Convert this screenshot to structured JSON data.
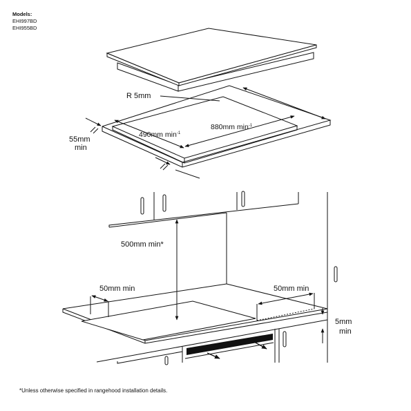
{
  "models": {
    "heading": "Models:",
    "list": [
      "EHI997BD",
      "EHI955BD"
    ]
  },
  "cutout": {
    "radius_label": "R 5mm",
    "depth_label": "490mm min",
    "depth_sup": "-1",
    "width_label": "880mm min",
    "width_sup": "-1",
    "thickness_label_1": "55mm",
    "thickness_label_2": "min"
  },
  "clearances": {
    "rangehood_label": "500mm min*",
    "left_label": "50mm min",
    "right_label": "50mm min",
    "below_label_1": "5mm",
    "below_label_2": "min"
  },
  "footnote": "*Unless otherwise specified in rangehood installation details."
}
